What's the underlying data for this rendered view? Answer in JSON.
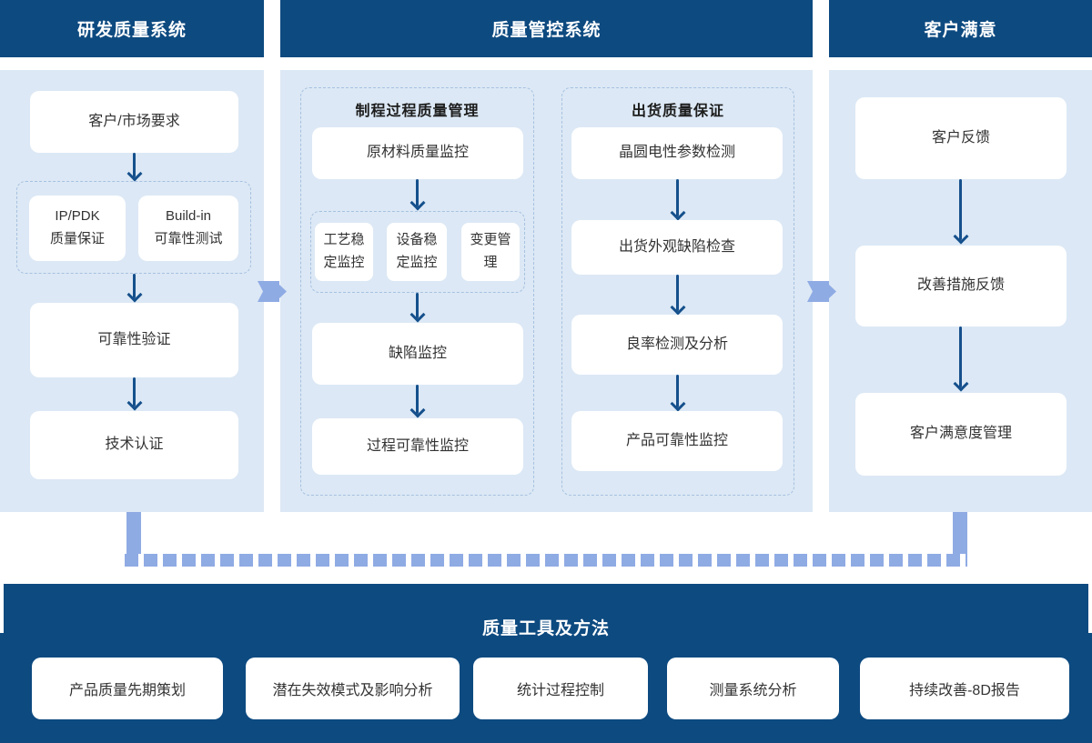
{
  "colors": {
    "header_bg": "#0d4a80",
    "panel_bg": "#dce8f5",
    "node_bg": "#ffffff",
    "node_text": "#333333",
    "arrow": "#15508c",
    "dashed_border": "#a6c1e0",
    "connector": "#8fabe4",
    "header_text": "#ffffff"
  },
  "rd": {
    "header": "研发质量系统",
    "market_req": "客户/市场要求",
    "ip_pdk": {
      "line1": "IP/PDK",
      "line2": "质量保证"
    },
    "build_in": {
      "line1": "Build-in",
      "line2": "可靠性测试"
    },
    "reliability": "可靠性验证",
    "tech_cert": "技术认证"
  },
  "qc": {
    "header": "质量管控系统",
    "group1": {
      "title": "制程过程质量管理",
      "raw_material": "原材料质量监控",
      "process_stability": "工艺稳定监控",
      "equipment_stability": "设备稳定监控",
      "change_mgmt": "变更管理",
      "defect": "缺陷监控",
      "process_reliability": "过程可靠性监控"
    },
    "group2": {
      "title": "出货质量保证",
      "wafer_test": "晶圆电性参数检测",
      "visual_inspection": "出货外观缺陷检查",
      "yield_analysis": "良率检测及分析",
      "product_reliability": "产品可靠性监控"
    }
  },
  "cs": {
    "header": "客户满意",
    "feedback": "客户反馈",
    "improvement": "改善措施反馈",
    "satisfaction": "客户满意度管理"
  },
  "tools": {
    "title": "质量工具及方法",
    "items": [
      "产品质量先期策划",
      "潜在失效模式及影响分析",
      "统计过程控制",
      "测量系统分析",
      "持续改善-8D报告"
    ]
  }
}
